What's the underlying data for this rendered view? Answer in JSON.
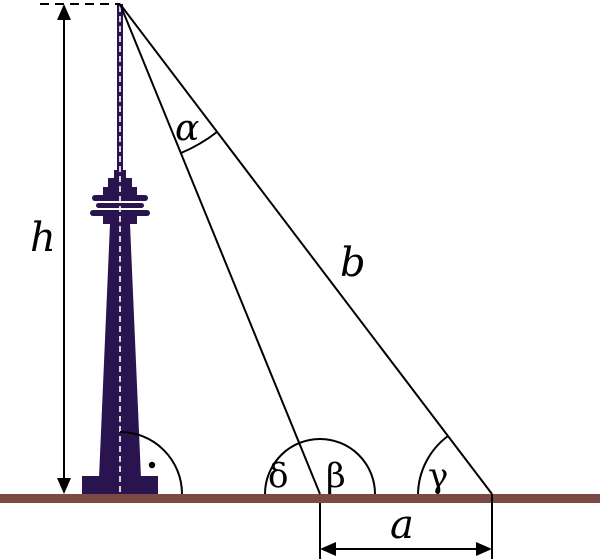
{
  "labels": {
    "height": "h",
    "hypotenuse": "b",
    "base": "a",
    "angle_top": "α",
    "angle_left": "δ",
    "angle_middle": "β",
    "angle_right": "γ",
    "right_angle_mark": "·"
  },
  "colors": {
    "ground": "#7a4a44",
    "tower": "#2a1450",
    "line": "#000000"
  }
}
